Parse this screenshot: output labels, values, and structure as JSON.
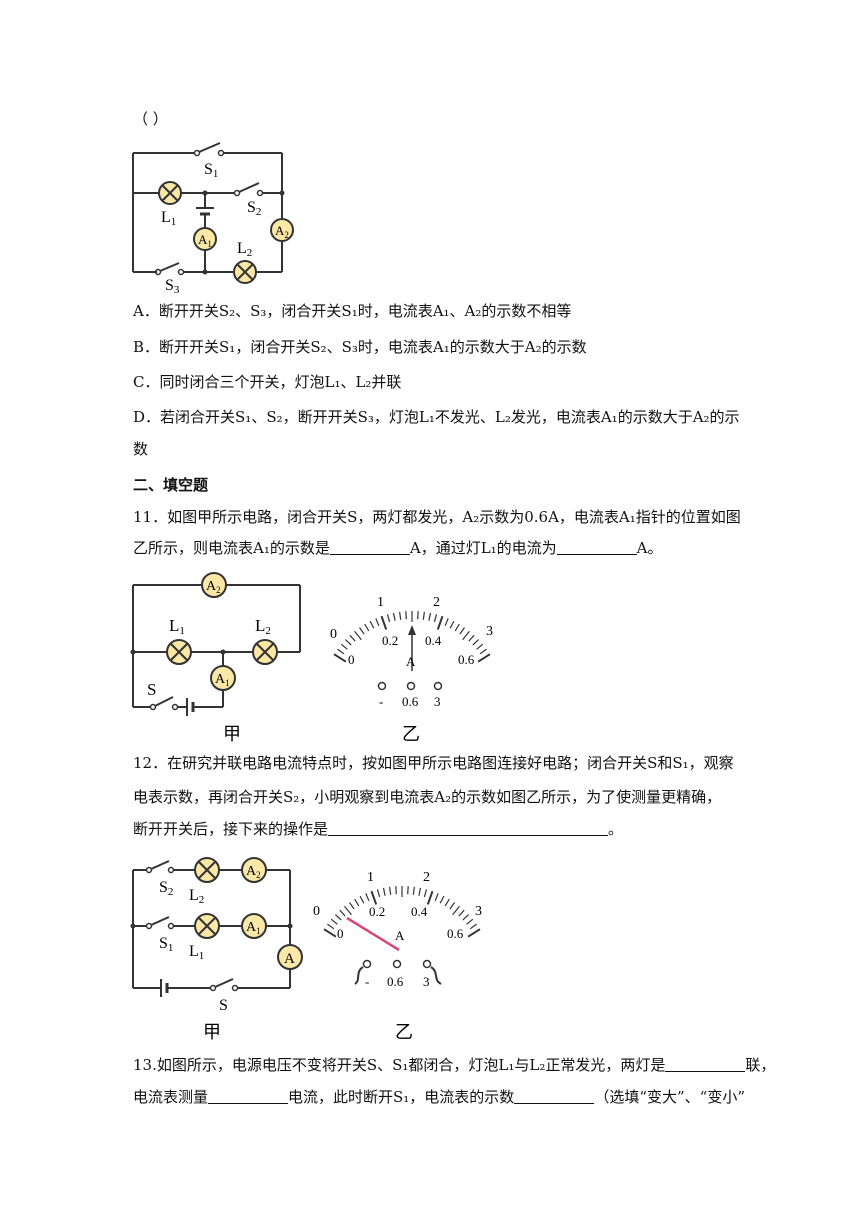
{
  "top_paren": "（      ）",
  "fig10": {
    "S1": "S",
    "S1_sub": "1",
    "S2": "S",
    "S2_sub": "2",
    "S3": "S",
    "S3_sub": "3",
    "L1": "L",
    "L1_sub": "1",
    "L2": "L",
    "L2_sub": "2",
    "A1": "A",
    "A1_sub": "1",
    "A2": "A",
    "A2_sub": "2"
  },
  "q10_options": {
    "A": "A．断开开关S₂、S₃，闭合开关S₁时，电流表A₁、A₂的示数不相等",
    "B": "B．断开开关S₁，闭合开关S₂、S₃时，电流表A₁的示数大于A₂的示数",
    "C": "C．同时闭合三个开关，灯泡L₁、L₂并联",
    "D1": "D．若闭合开关S₁、S₂，断开开关S₃，灯泡L₁不发光、L₂发光，电流表A₁的示数大于A₂的示",
    "D2": "数"
  },
  "section2": "二、填空题",
  "q11": {
    "line1": "11．如图甲所示电路，闭合开关S，两灯都发光，A₂示数为0.6A，电流表A₁指针的位置如图",
    "line2a": "乙所示，则电流表A₁的示数是",
    "line2b": "A，通过灯L₁的电流为",
    "line2c": "A。"
  },
  "fig11": {
    "A2": "A",
    "A2_sub": "2",
    "L1": "L",
    "L1_sub": "1",
    "L2": "L",
    "L2_sub": "2",
    "A1": "A",
    "A1_sub": "1",
    "S": "S",
    "jia": "甲",
    "yi": "乙",
    "scale_top": [
      "0",
      "1",
      "2",
      "3"
    ],
    "scale_bottom": [
      "0",
      "0.2",
      "0.4",
      "0.6"
    ],
    "unit": "A",
    "terminals": [
      "-",
      "0.6",
      "3"
    ]
  },
  "q12": {
    "line1": "12．在研究并联电路电流特点时，按如图甲所示电路图连接好电路；闭合开关S和S₁，观察",
    "line2": "电表示数，再闭合开关S₂，小明观察到电流表A₂的示数如图乙所示，为了使测量更精确，",
    "line3a": "断开开关后，接下来的操作是",
    "line3b": "。"
  },
  "fig12": {
    "S2": "S",
    "S2_sub": "2",
    "L2": "L",
    "L2_sub": "2",
    "A2": "A",
    "A2_sub": "2",
    "S1": "S",
    "S1_sub": "1",
    "L1": "L",
    "L1_sub": "1",
    "A1": "A",
    "A1_sub": "1",
    "A": "A",
    "S": "S",
    "jia": "甲",
    "yi": "乙",
    "scale_top": [
      "0",
      "1",
      "2",
      "3"
    ],
    "scale_bottom": [
      "0",
      "0.2",
      "0.4",
      "0.6"
    ],
    "unit": "A",
    "terminals": [
      "-",
      "0.6",
      "3"
    ],
    "needle_color": "#d8457a"
  },
  "q13": {
    "line1a": "13.如图所示，电源电压不变将开关S、S₁都闭合，灯泡L₁与L₂正常发光，两灯是",
    "line1b": "联，",
    "line2a": "电流表测量",
    "line2b": "电流，此时断开S₁，电流表的示数",
    "line2c": "（选填“变大”、“变小”"
  }
}
